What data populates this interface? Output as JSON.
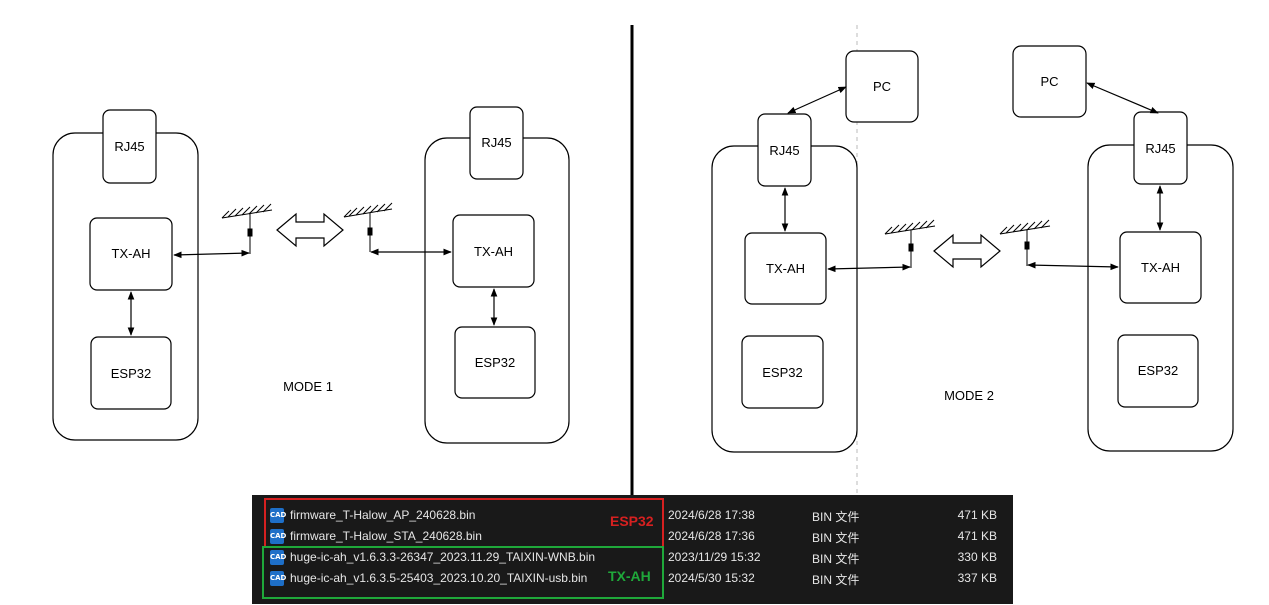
{
  "mode1": {
    "label": "MODE 1",
    "left_device": {
      "rj45": "RJ45",
      "txah": "TX-AH",
      "esp32": "ESP32"
    },
    "right_device": {
      "rj45": "RJ45",
      "txah": "TX-AH",
      "esp32": "ESP32"
    }
  },
  "mode2": {
    "label": "MODE 2",
    "left_pc": "PC",
    "right_pc": "PC",
    "left_device": {
      "rj45": "RJ45",
      "txah": "TX-AH",
      "esp32": "ESP32"
    },
    "right_device": {
      "rj45": "RJ45",
      "txah": "TX-AH",
      "esp32": "ESP32"
    }
  },
  "groups": {
    "esp32": {
      "label": "ESP32",
      "color": "#d62020"
    },
    "txah": {
      "label": "TX-AH",
      "color": "#1fa83a"
    }
  },
  "files": [
    {
      "name": "firmware_T-Halow_AP_240628.bin",
      "date": "2024/6/28 17:38",
      "type": "BIN 文件",
      "size": "471 KB",
      "icon": "CAD"
    },
    {
      "name": "firmware_T-Halow_STA_240628.bin",
      "date": "2024/6/28 17:36",
      "type": "BIN 文件",
      "size": "471 KB",
      "icon": "CAD"
    },
    {
      "name": "huge-ic-ah_v1.6.3.3-26347_2023.11.29_TAIXIN-WNB.bin",
      "date": "2023/11/29 15:32",
      "type": "BIN 文件",
      "size": "330 KB",
      "icon": "CAD"
    },
    {
      "name": "huge-ic-ah_v1.6.3.5-25403_2023.10.20_TAIXIN-usb.bin",
      "date": "2024/5/30 15:32",
      "type": "BIN 文件",
      "size": "337 KB",
      "icon": "CAD"
    }
  ]
}
